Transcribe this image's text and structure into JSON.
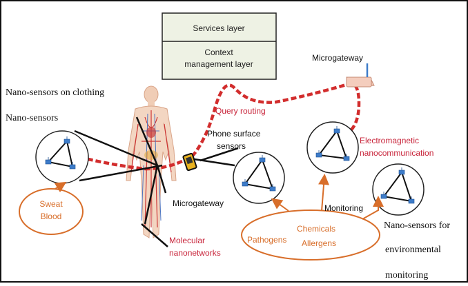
{
  "stack": {
    "top_label": "Services layer",
    "bottom_label_line1": "Context",
    "bottom_label_line2": "management layer"
  },
  "labels": {
    "nano_sensors_clothing": "Nano-sensors on clothing",
    "nano_sensors": "Nano-sensors",
    "query_routing": "Query routing",
    "phone_surface_line1": "Phone surface",
    "phone_surface_line2": "sensors",
    "microgateway_top": "Microgateway",
    "microgateway_body": "Microgateway",
    "em_line1": "Electromagnetic",
    "em_line2": "nanocommunication",
    "monitoring": "Monitoring",
    "sweat": "Sweat",
    "blood": "Blood",
    "molecular_line1": "Molecular",
    "molecular_line2": "nanonetworks",
    "pathogens": "Pathogens",
    "chemicals": "Chemicals",
    "allergens": "Allergens",
    "env_line1": "Nano-sensors for",
    "env_line2": "environmental",
    "env_line3": "monitoring"
  },
  "colors": {
    "dashed_link": "#d22d2d",
    "red_text": "#c8243a",
    "orange": "#d86e2a",
    "stack_fill": "#eef2e4",
    "node_blue": "#3d7cc9"
  },
  "icons": [
    "human-body-icon",
    "phone-icon",
    "router-icon",
    "sensor-node-icon"
  ]
}
